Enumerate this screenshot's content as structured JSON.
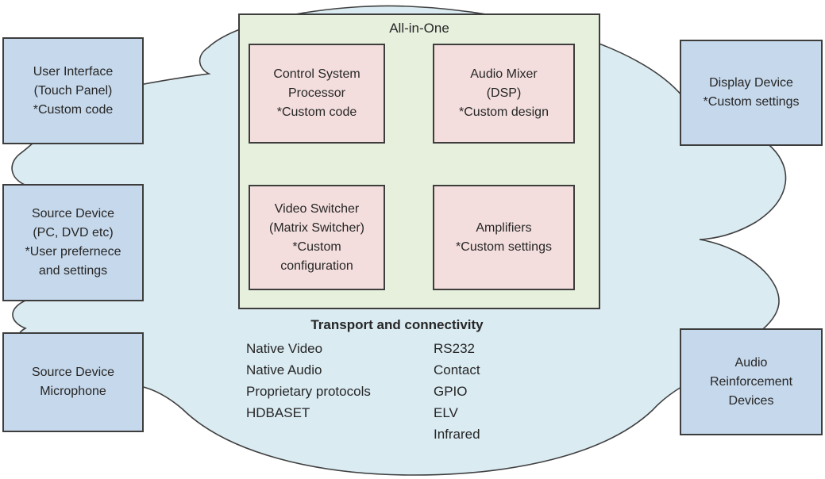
{
  "diagram": {
    "colors": {
      "cloud_fill": "#daebf2",
      "peripheral_fill": "#c6d8eb",
      "all_in_one_fill": "#e7f0dd",
      "module_fill": "#f3dedd",
      "outline": "#404040"
    },
    "all_in_one": {
      "title": "All-in-One",
      "modules": {
        "control_system_processor": {
          "lines": [
            "Control System",
            "Processor",
            "*Custom code"
          ]
        },
        "audio_mixer": {
          "lines": [
            "Audio Mixer",
            "(DSP)",
            "*Custom design"
          ]
        },
        "video_switcher": {
          "lines": [
            "Video Switcher",
            "(Matrix Switcher)",
            "*Custom",
            "configuration"
          ]
        },
        "amplifiers": {
          "lines": [
            "Amplifiers",
            "*Custom settings"
          ]
        }
      }
    },
    "peripherals": {
      "user_interface": {
        "lines": [
          "User Interface",
          "(Touch Panel)",
          "*Custom code"
        ]
      },
      "source_device": {
        "lines": [
          "Source Device",
          "(PC, DVD etc)",
          "*User prefernece",
          "and settings"
        ]
      },
      "source_device_microphone": {
        "lines": [
          "Source Device",
          "Microphone"
        ]
      },
      "display_device": {
        "lines": [
          "Display Device",
          "*Custom settings"
        ]
      },
      "audio_reinforcement": {
        "lines": [
          "Audio",
          "Reinforcement",
          "Devices"
        ]
      }
    },
    "transport": {
      "title": "Transport and connectivity",
      "left_column": [
        "Native Video",
        "Native Audio",
        "Proprietary protocols",
        "HDBASET"
      ],
      "right_column": [
        "RS232",
        "Contact",
        "GPIO",
        "ELV",
        "Infrared"
      ]
    }
  }
}
